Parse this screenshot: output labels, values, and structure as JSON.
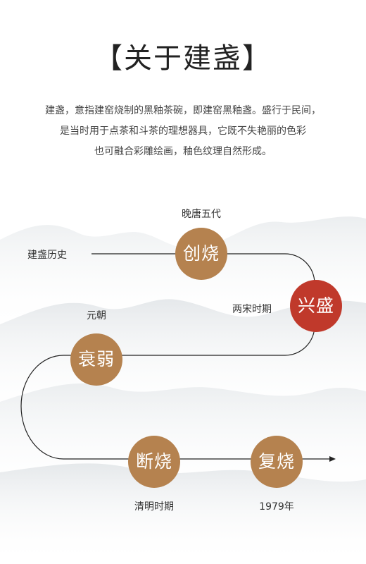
{
  "title": "【关于建盏】",
  "intro": {
    "line1": "建盏，意指建窑烧制的黑釉茶碗，即建窑黑釉盏。盛行于民间，",
    "line2": "是当时用于点茶和斗茶的理想器具，它既不失艳丽的色彩",
    "line3": "也可融合彩雕绘画，釉色纹理自然形成。"
  },
  "timeline": {
    "start_label": "建盏历史",
    "colors": {
      "node": "#B5824F",
      "highlight": "#C0392B",
      "line": "#222222"
    },
    "stages": [
      {
        "name": "创烧",
        "period": "晚唐五代"
      },
      {
        "name": "兴盛",
        "period": "两宋时期"
      },
      {
        "name": "衰弱",
        "period": "元朝"
      },
      {
        "name": "断烧",
        "period": "清明时期"
      },
      {
        "name": "复烧",
        "period": "1979年"
      }
    ]
  }
}
